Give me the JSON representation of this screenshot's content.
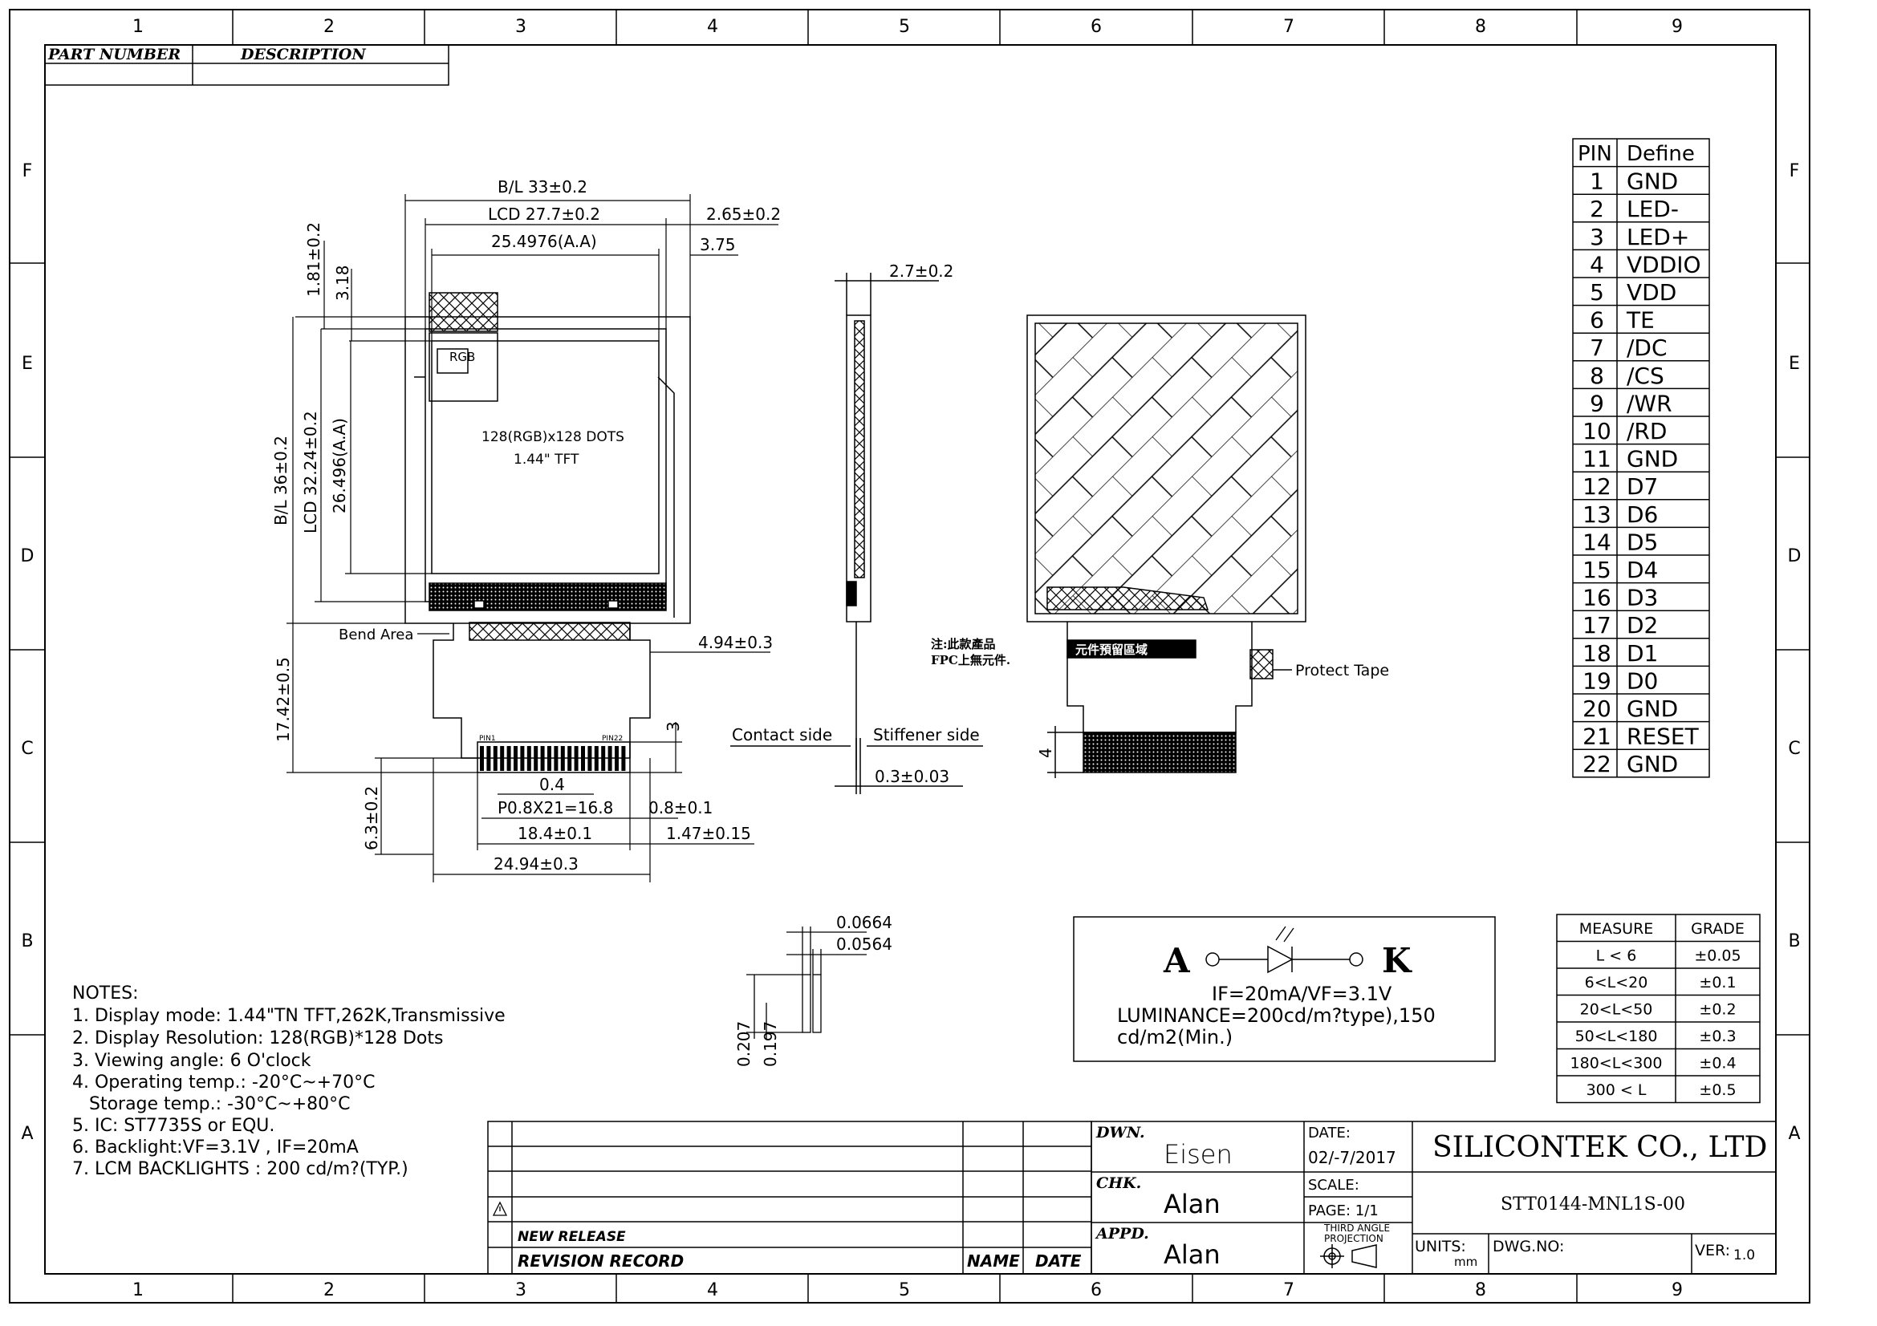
{
  "zones": {
    "columns": [
      "1",
      "2",
      "3",
      "4",
      "5",
      "6",
      "7",
      "8",
      "9"
    ],
    "rows": [
      "F",
      "E",
      "D",
      "C",
      "B",
      "A"
    ]
  },
  "part_table": {
    "part_number": "PART NUMBER",
    "description": "DESCRIPTION"
  },
  "front_view": {
    "bl_width": "B/L 33±0.2",
    "lcd_width": "LCD 27.7±0.2",
    "aa_width": "25.4976(A.A)",
    "right_offset": "2.65±0.2",
    "right_edge": "3.75",
    "top_offset_1": "1.81±0.2",
    "top_offset_2": "3.18",
    "bl_height": "B/L 36±0.2",
    "lcd_height": "LCD 32.24±0.2",
    "aa_height": "26.496(A.A)",
    "rgb_label": "RGB",
    "dots": "128(RGB)x128 DOTS",
    "size": "1.44\" TFT",
    "bend_area": "Bend Area",
    "fpc_width_offset": "4.94±0.3",
    "fpc_length": "17.42±0.5",
    "pin_gap": "3",
    "pin1": "PIN1",
    "pin22": "PIN22",
    "pitch_width": "0.4",
    "pitch_total": "P0.8X21=16.8",
    "pin_margin": "0.8±0.1",
    "stiffener_length": "6.3±0.2",
    "stiffener_inner": "18.4±0.1",
    "stiffener_margin": "1.47±0.15",
    "fpc_width": "24.94±0.3"
  },
  "side_view": {
    "thickness": "2.7±0.2",
    "contact_side": "Contact side",
    "stiffener_side": "Stiffener side",
    "fpc_thickness": "0.3±0.03"
  },
  "back_view": {
    "note_line1": "注:此款產品",
    "note_line2": "FPC上無元件.",
    "reserved_area": "元件預留區域",
    "protect_tape": "Protect Tape",
    "tab_height": "4"
  },
  "detail": {
    "dim1": "0.0664",
    "dim2": "0.0564",
    "dim3": "0.207",
    "dim4": "0.197"
  },
  "pin_table": {
    "header_pin": "PIN",
    "header_define": "Define",
    "rows": [
      {
        "pin": "1",
        "define": "GND"
      },
      {
        "pin": "2",
        "define": "LED-"
      },
      {
        "pin": "3",
        "define": "LED+"
      },
      {
        "pin": "4",
        "define": "VDDIO"
      },
      {
        "pin": "5",
        "define": "VDD"
      },
      {
        "pin": "6",
        "define": "TE"
      },
      {
        "pin": "7",
        "define": "/DC"
      },
      {
        "pin": "8",
        "define": "/CS"
      },
      {
        "pin": "9",
        "define": "/WR"
      },
      {
        "pin": "10",
        "define": "/RD"
      },
      {
        "pin": "11",
        "define": "GND"
      },
      {
        "pin": "12",
        "define": "D7"
      },
      {
        "pin": "13",
        "define": "D6"
      },
      {
        "pin": "14",
        "define": "D5"
      },
      {
        "pin": "15",
        "define": "D4"
      },
      {
        "pin": "16",
        "define": "D3"
      },
      {
        "pin": "17",
        "define": "D2"
      },
      {
        "pin": "18",
        "define": "D1"
      },
      {
        "pin": "19",
        "define": "D0"
      },
      {
        "pin": "20",
        "define": "GND"
      },
      {
        "pin": "21",
        "define": "RESET"
      },
      {
        "pin": "22",
        "define": "GND"
      }
    ]
  },
  "led": {
    "anode": "A",
    "cathode": "K",
    "line1": "IF=20mA/VF=3.1V",
    "line2": "LUMINANCE=200cd/m?type),150",
    "line3": "cd/m2(Min.)"
  },
  "tolerance": {
    "header_measure": "MEASURE",
    "header_grade": "GRADE",
    "rows": [
      {
        "measure": "L < 6",
        "grade": "±0.05"
      },
      {
        "measure": "6<L<20",
        "grade": "±0.1"
      },
      {
        "measure": "20<L<50",
        "grade": "±0.2"
      },
      {
        "measure": "50<L<180",
        "grade": "±0.3"
      },
      {
        "measure": "180<L<300",
        "grade": "±0.4"
      },
      {
        "measure": "300 < L",
        "grade": "±0.5"
      }
    ]
  },
  "notes": {
    "title": "NOTES:",
    "lines": [
      "1. Display mode: 1.44\"TN TFT,262K,Transmissive",
      "2. Display Resolution: 128(RGB)*128 Dots",
      "3. Viewing angle: 6 O'clock",
      "4. Operating temp.: -20°C~+70°C",
      "   Storage temp.: -30°C~+80°C",
      "5. IC: ST7735S or EQU.",
      "6. Backlight:VF=3.1V , IF=20mA",
      "7. LCM BACKLIGHTS : 200 cd/m?(TYP.)"
    ]
  },
  "title_block": {
    "new_release": "NEW RELEASE",
    "revision_record": "REVISION RECORD",
    "name": "NAME",
    "date_col": "DATE",
    "dwn_label": "DWN.",
    "dwn_value": "Eisen",
    "chk_label": "CHK.",
    "chk_value": "Alan",
    "appd_label": "APPD.",
    "appd_value": "Alan",
    "date_label": "DATE:",
    "date_value": "02/-7/2017",
    "scale_label": "SCALE:",
    "page_label": "PAGE: 1/1",
    "projection_line1": "THIRD ANGLE",
    "projection_line2": "PROJECTION",
    "company": "SILICONTEK CO., LTD",
    "part_no": "STT0144-MNL1S-00",
    "units_label": "UNITS:",
    "units_value": "mm",
    "dwg_no_label": "DWG.NO:",
    "ver_label": "VER:",
    "ver_value": "1.0"
  }
}
